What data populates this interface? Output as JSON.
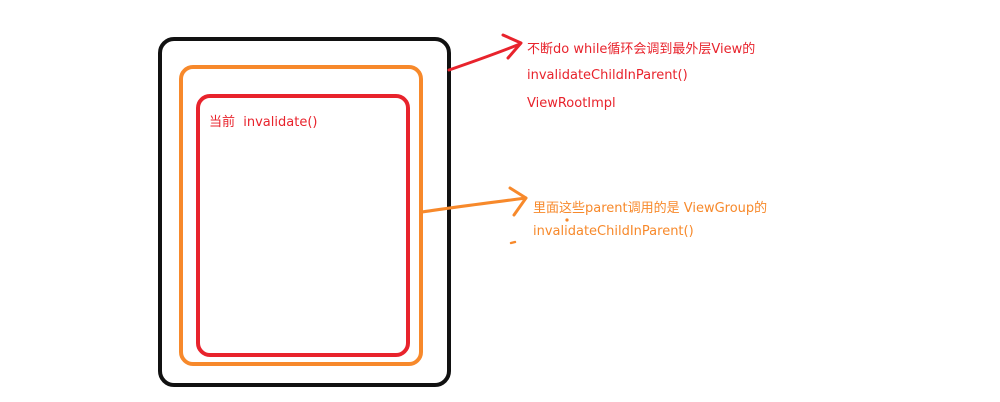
{
  "colors": {
    "outer": "#111111",
    "middle": "#f7892b",
    "inner": "#e8232c",
    "red_text": "#e8232c",
    "orange_text": "#f7892b"
  },
  "inner_label": "当前  invalidate()",
  "red_note": {
    "line1": "不断do while循环会调到最外层View的",
    "line2": "invalidateChildInParent()",
    "line3": "ViewRootImpl"
  },
  "orange_note": {
    "line1": "里面这些parent调用的是 ViewGroup的",
    "line2": "invalidateChildInParent()"
  }
}
